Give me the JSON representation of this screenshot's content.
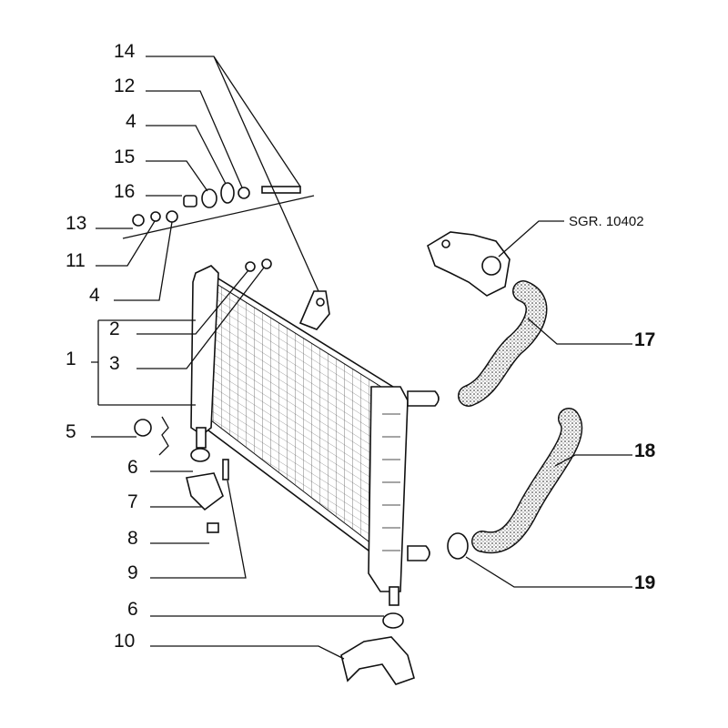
{
  "diagram": {
    "reference_label": "SGR. 10402",
    "callouts": [
      {
        "id": "c14",
        "text": "14"
      },
      {
        "id": "c12",
        "text": "12"
      },
      {
        "id": "c4a",
        "text": "4"
      },
      {
        "id": "c15",
        "text": "15"
      },
      {
        "id": "c16",
        "text": "16"
      },
      {
        "id": "c13",
        "text": "13"
      },
      {
        "id": "c11",
        "text": "11"
      },
      {
        "id": "c4b",
        "text": "4"
      },
      {
        "id": "c2",
        "text": "2"
      },
      {
        "id": "c3",
        "text": "3"
      },
      {
        "id": "c1",
        "text": "1"
      },
      {
        "id": "c5",
        "text": "5"
      },
      {
        "id": "c6a",
        "text": "6"
      },
      {
        "id": "c7",
        "text": "7"
      },
      {
        "id": "c8",
        "text": "8"
      },
      {
        "id": "c9",
        "text": "9"
      },
      {
        "id": "c6b",
        "text": "6"
      },
      {
        "id": "c10",
        "text": "10"
      },
      {
        "id": "c17",
        "text": "17"
      },
      {
        "id": "c18",
        "text": "18"
      },
      {
        "id": "c19",
        "text": "19"
      }
    ]
  }
}
